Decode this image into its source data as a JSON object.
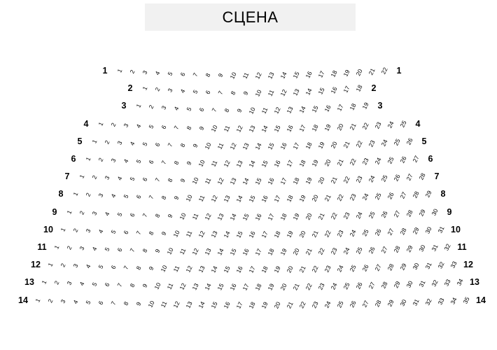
{
  "stage": {
    "label": "СЦЕНА"
  },
  "seating": {
    "rows": [
      {
        "row": "1",
        "seat_first": 1,
        "seat_last": 22
      },
      {
        "row": "2",
        "seat_first": 1,
        "seat_last": 18
      },
      {
        "row": "3",
        "seat_first": 1,
        "seat_last": 19
      },
      {
        "row": "4",
        "seat_first": 1,
        "seat_last": 25
      },
      {
        "row": "5",
        "seat_first": 1,
        "seat_last": 26
      },
      {
        "row": "6",
        "seat_first": 1,
        "seat_last": 27
      },
      {
        "row": "7",
        "seat_first": 1,
        "seat_last": 28
      },
      {
        "row": "8",
        "seat_first": 1,
        "seat_last": 29
      },
      {
        "row": "9",
        "seat_first": 1,
        "seat_last": 30
      },
      {
        "row": "10",
        "seat_first": 1,
        "seat_last": 31
      },
      {
        "row": "11",
        "seat_first": 1,
        "seat_last": 32
      },
      {
        "row": "12",
        "seat_first": 1,
        "seat_last": 33
      },
      {
        "row": "13",
        "seat_first": 1,
        "seat_last": 34
      },
      {
        "row": "14",
        "seat_first": 1,
        "seat_last": 35
      }
    ]
  },
  "colors": {
    "background": "#ffffff",
    "stage_bg": "#f1f1f1",
    "text": "#000000"
  }
}
